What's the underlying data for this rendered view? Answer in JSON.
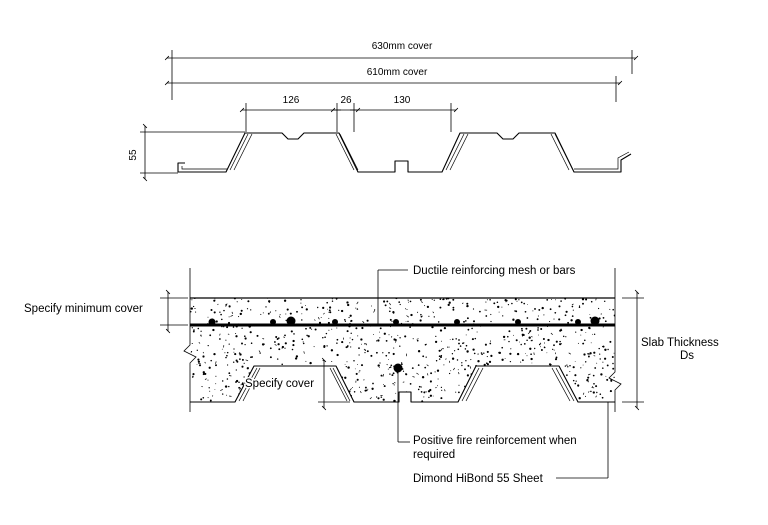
{
  "profile": {
    "cover_630": "630mm cover",
    "cover_610": "610mm cover",
    "dim_126": "126",
    "dim_26": "26",
    "dim_130": "130",
    "dim_55": "55"
  },
  "slab": {
    "specify_min_cover": "Specify minimum cover",
    "ductile_mesh": "Ductile reinforcing mesh or bars",
    "slab_thickness_line1": "Slab Thickness",
    "slab_thickness_line2": "Ds",
    "specify_cover": "Specify cover",
    "fire_reinf_line1": "Positive fire reinforcement when",
    "fire_reinf_line2": "required",
    "hibond_sheet": "Dimond HiBond 55 Sheet"
  }
}
